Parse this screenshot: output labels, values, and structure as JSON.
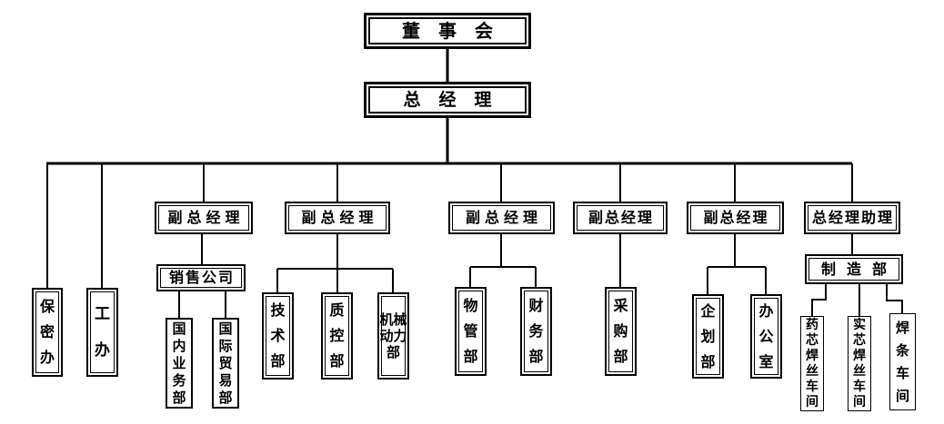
{
  "diagram_type": "org-chart",
  "colors": {
    "background": "#ffffff",
    "line": "#000000",
    "text": "#000000"
  },
  "nodes": {
    "board": {
      "label": "董事会"
    },
    "general_manager": {
      "label": "总经理"
    },
    "secrecy_office": {
      "label": "保密办"
    },
    "workers_office": {
      "label": "工办"
    },
    "deputy_gm_1": {
      "label": "副总经理"
    },
    "deputy_gm_2": {
      "label": "副总经理"
    },
    "deputy_gm_3": {
      "label": "副总经理"
    },
    "deputy_gm_4": {
      "label": "副总经理"
    },
    "deputy_gm_5": {
      "label": "副总经理"
    },
    "gm_assistant": {
      "label": "总经理助理"
    },
    "sales_company": {
      "label": "销售公司"
    },
    "domestic_business_dept": {
      "label": "国内业务部"
    },
    "intl_trade_dept": {
      "label": "国际贸易部"
    },
    "technology_dept": {
      "label": "技术部"
    },
    "quality_control_dept": {
      "label": "质控部"
    },
    "machinery_power_dept": {
      "label": "机械动力部"
    },
    "materials_mgmt_dept": {
      "label": "物管部"
    },
    "finance_dept": {
      "label": "财务部"
    },
    "purchasing_dept": {
      "label": "采购部"
    },
    "planning_dept": {
      "label": "企划部"
    },
    "general_office": {
      "label": "办公室"
    },
    "manufacturing_dept": {
      "label": "制造部"
    },
    "flux_cored_wire_workshop": {
      "label": "药芯焊丝车间"
    },
    "solid_wire_workshop": {
      "label": "实芯焊丝车间"
    },
    "electrode_workshop": {
      "label": "焊条车间"
    }
  },
  "edges": [
    [
      "board",
      "general_manager"
    ],
    [
      "general_manager",
      "secrecy_office"
    ],
    [
      "general_manager",
      "workers_office"
    ],
    [
      "general_manager",
      "deputy_gm_1"
    ],
    [
      "general_manager",
      "deputy_gm_2"
    ],
    [
      "general_manager",
      "deputy_gm_3"
    ],
    [
      "general_manager",
      "deputy_gm_4"
    ],
    [
      "general_manager",
      "deputy_gm_5"
    ],
    [
      "general_manager",
      "gm_assistant"
    ],
    [
      "deputy_gm_1",
      "sales_company"
    ],
    [
      "sales_company",
      "domestic_business_dept"
    ],
    [
      "sales_company",
      "intl_trade_dept"
    ],
    [
      "deputy_gm_2",
      "technology_dept"
    ],
    [
      "deputy_gm_2",
      "quality_control_dept"
    ],
    [
      "deputy_gm_2",
      "machinery_power_dept"
    ],
    [
      "deputy_gm_3",
      "materials_mgmt_dept"
    ],
    [
      "deputy_gm_3",
      "finance_dept"
    ],
    [
      "deputy_gm_4",
      "purchasing_dept"
    ],
    [
      "deputy_gm_5",
      "planning_dept"
    ],
    [
      "deputy_gm_5",
      "general_office"
    ],
    [
      "gm_assistant",
      "manufacturing_dept"
    ],
    [
      "manufacturing_dept",
      "flux_cored_wire_workshop"
    ],
    [
      "manufacturing_dept",
      "solid_wire_workshop"
    ],
    [
      "manufacturing_dept",
      "electrode_workshop"
    ]
  ]
}
